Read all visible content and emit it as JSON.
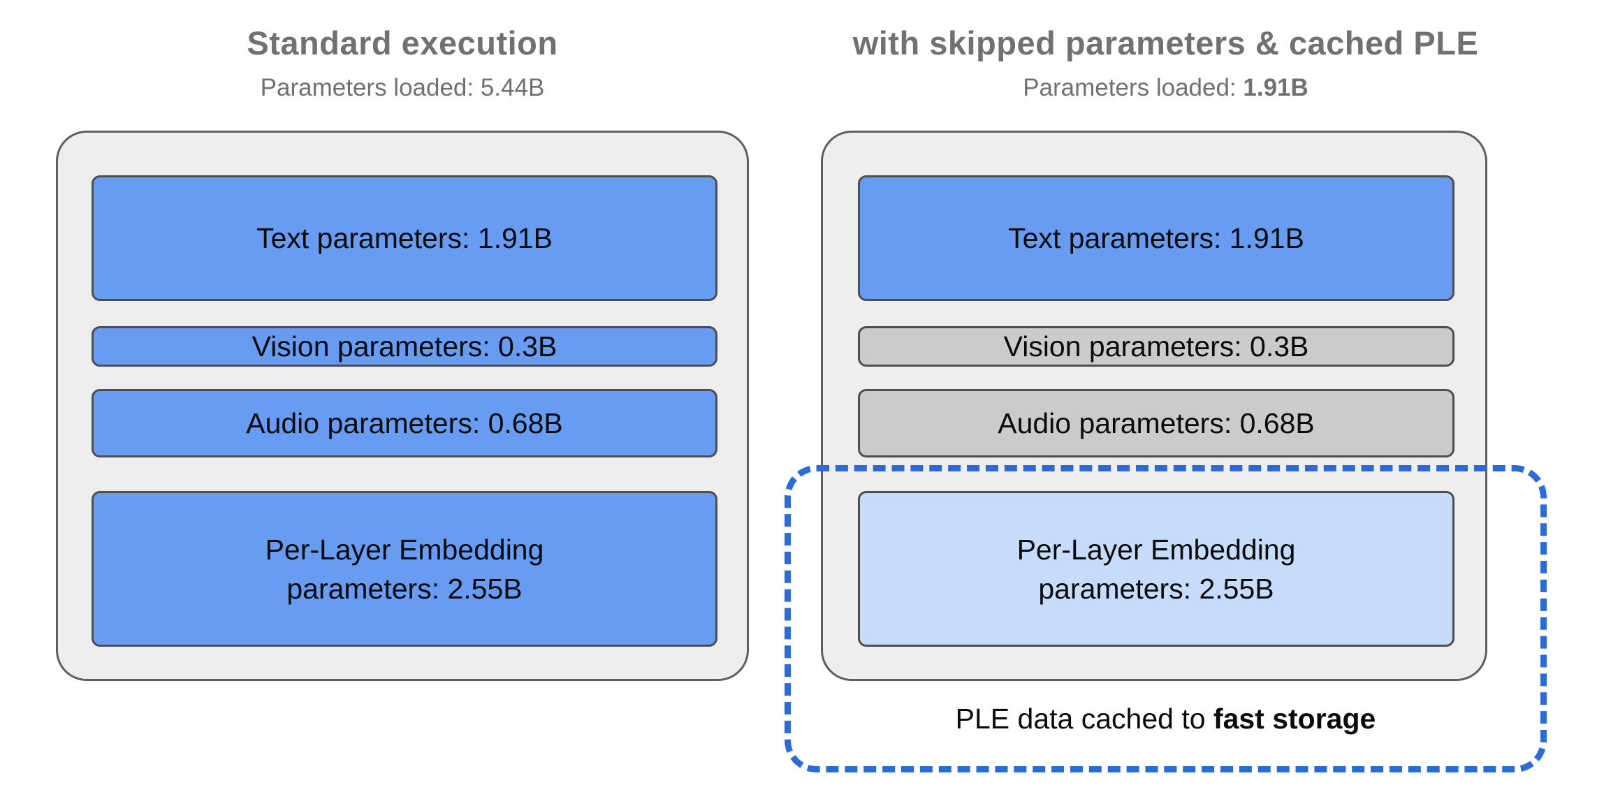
{
  "colors": {
    "blue": "#679CF2",
    "light-blue": "#C7DBFB",
    "gray-box": "#CBCBCB",
    "panel-bg": "#EEEEEE",
    "panel-border": "#5E5E5E",
    "box-border": "#4E4E4E",
    "dash-blue": "#2A6BD8",
    "heading-gray": "#717171",
    "text-black": "#0B0B0B"
  },
  "left": {
    "title": "Standard execution",
    "subtitle": {
      "prefix": "Parameters loaded: ",
      "value": "5.44B"
    },
    "boxes": {
      "text": {
        "label": "Text parameters: 1.91B"
      },
      "vision": {
        "label": "Vision parameters: 0.3B"
      },
      "audio": {
        "label": "Audio parameters: 0.68B"
      },
      "ple": {
        "label": "Per-Layer Embedding\nparameters: 2.55B"
      }
    }
  },
  "right": {
    "title": "with skipped parameters & cached PLE",
    "subtitle": {
      "prefix": "Parameters loaded: ",
      "value": "1.91B"
    },
    "boxes": {
      "text": {
        "label": "Text parameters: 1.91B"
      },
      "vision": {
        "label": "Vision parameters: 0.3B"
      },
      "audio": {
        "label": "Audio parameters: 0.68B"
      },
      "ple": {
        "label": "Per-Layer Embedding\nparameters: 2.55B"
      }
    },
    "caption": {
      "prefix": "PLE data cached to ",
      "bold": "fast storage"
    }
  }
}
